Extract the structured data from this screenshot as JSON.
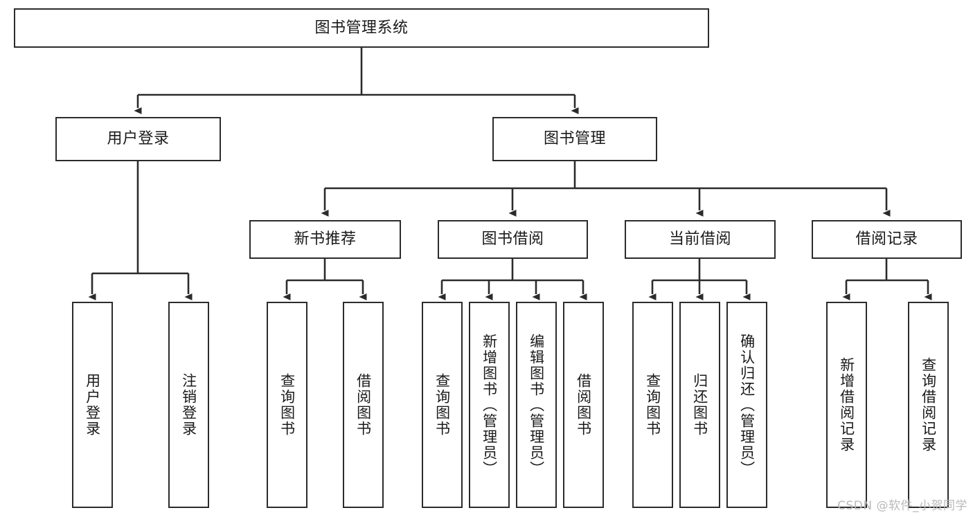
{
  "diagram": {
    "title": "图书管理系统",
    "type": "tree-hierarchy-chart",
    "watermark": "CSDN @软件_小贺同学",
    "colors": {
      "box_border": "#2b2b2b",
      "box_fill": "#ffffff",
      "edge": "#2b2b2b",
      "text": "#1a1a1a",
      "watermark": "#b9b9b9",
      "background": "#ffffff"
    }
  },
  "nodes": {
    "root": {
      "id": "root",
      "label": "图书管理系统",
      "level": 1,
      "orientation": "horizontal"
    },
    "level2": [
      {
        "id": "user-login",
        "label": "用户登录",
        "level": 2,
        "orientation": "horizontal"
      },
      {
        "id": "book-manage",
        "label": "图书管理",
        "level": 2,
        "orientation": "horizontal"
      }
    ],
    "level3": [
      {
        "id": "new-book-recommend",
        "label": "新书推荐",
        "level": 3,
        "orientation": "horizontal",
        "parent": "book-manage"
      },
      {
        "id": "book-borrow",
        "label": "图书借阅",
        "level": 3,
        "orientation": "horizontal",
        "parent": "book-manage"
      },
      {
        "id": "current-borrow",
        "label": "当前借阅",
        "level": 3,
        "orientation": "horizontal",
        "parent": "book-manage"
      },
      {
        "id": "borrow-record",
        "label": "借阅记录",
        "level": 3,
        "orientation": "horizontal",
        "parent": "book-manage"
      }
    ],
    "leaves": [
      {
        "id": "leaf-user-login",
        "label": "用户登录",
        "parent": "user-login",
        "orientation": "vertical"
      },
      {
        "id": "leaf-user-logout",
        "label": "注销登录",
        "parent": "user-login",
        "orientation": "vertical"
      },
      {
        "id": "leaf-rec-query-book",
        "label": "查询图书",
        "parent": "new-book-recommend",
        "orientation": "vertical"
      },
      {
        "id": "leaf-rec-borrow-book",
        "label": "借阅图书",
        "parent": "new-book-recommend",
        "orientation": "vertical"
      },
      {
        "id": "leaf-bb-query-book",
        "label": "查询图书",
        "parent": "book-borrow",
        "orientation": "vertical"
      },
      {
        "id": "leaf-bb-add-book",
        "label": "新增图书（管理员）",
        "parent": "book-borrow",
        "orientation": "vertical"
      },
      {
        "id": "leaf-bb-edit-book",
        "label": "编辑图书（管理员）",
        "parent": "book-borrow",
        "orientation": "vertical"
      },
      {
        "id": "leaf-bb-borrow-book",
        "label": "借阅图书",
        "parent": "book-borrow",
        "orientation": "vertical"
      },
      {
        "id": "leaf-cb-query-book",
        "label": "查询图书",
        "parent": "current-borrow",
        "orientation": "vertical"
      },
      {
        "id": "leaf-cb-return-book",
        "label": "归还图书",
        "parent": "current-borrow",
        "orientation": "vertical"
      },
      {
        "id": "leaf-cb-confirm-return",
        "label": "确认归还（管理员）",
        "parent": "current-borrow",
        "orientation": "vertical"
      },
      {
        "id": "leaf-br-add-record",
        "label": "新增借阅记录",
        "parent": "borrow-record",
        "orientation": "vertical"
      },
      {
        "id": "leaf-br-query-record",
        "label": "查询借阅记录",
        "parent": "borrow-record",
        "orientation": "vertical"
      }
    ]
  }
}
